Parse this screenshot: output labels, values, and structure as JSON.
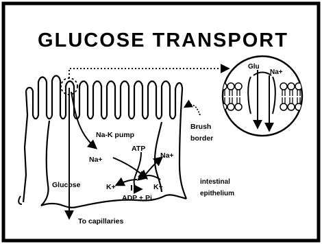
{
  "title": "GLUCOSE TRANSPORT",
  "labels": {
    "na_k_pump": "Na-K pump",
    "atp": "ATP",
    "na_plus_left": "Na+",
    "na_plus_right": "Na+",
    "k_plus_left": "K+",
    "k_plus_right": "K+",
    "adp_pi": "ADP + Pi",
    "glucose": "Glucose",
    "to_capillaries": "To capillaries",
    "brush": "Brush",
    "border": "border",
    "intestinal": "intestinal",
    "epithelium": "epithelium",
    "inset_glu": "Glu",
    "inset_na_plus": "Na+"
  }
}
